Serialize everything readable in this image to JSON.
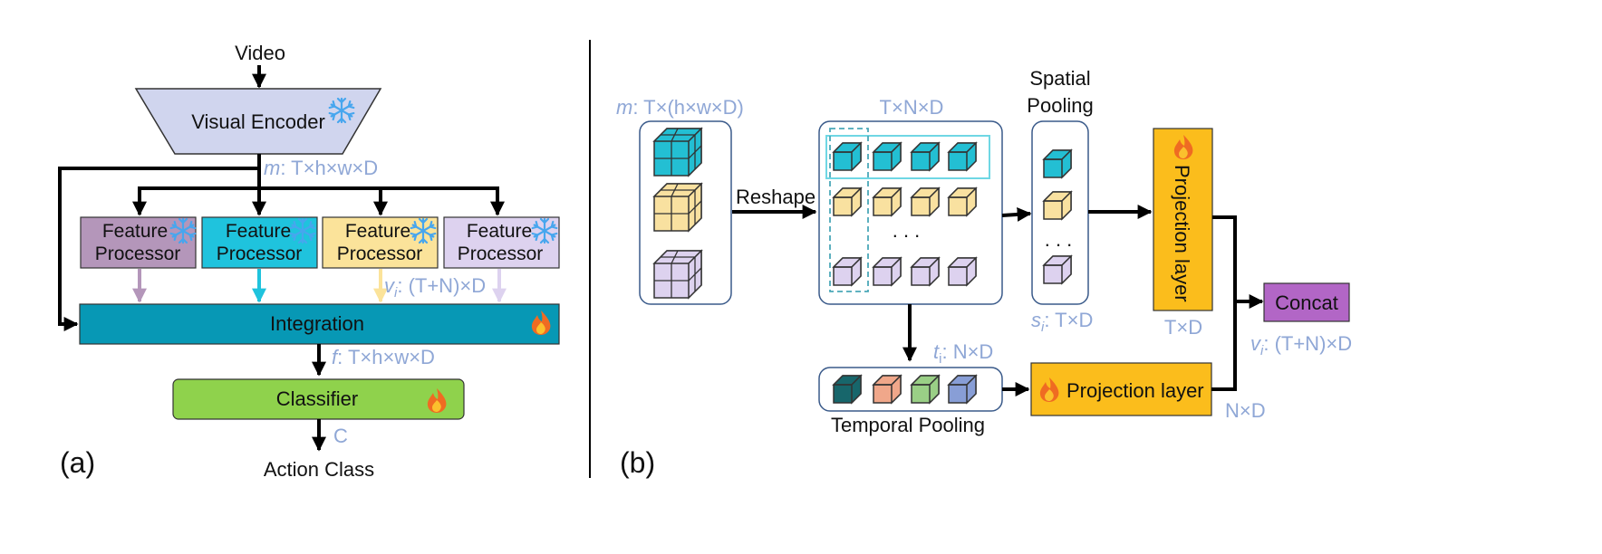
{
  "colors": {
    "encoder_fill": "#d0d5ee",
    "fp1": "#b496ba",
    "fp2": "#1fc3dd",
    "fp3": "#fbe39a",
    "fp4": "#ddd2ef",
    "integration": "#0798b5",
    "classifier": "#8fd24c",
    "projection": "#fbbd1c",
    "concat": "#b266c6",
    "annotation": "#8fa7d6",
    "cube_cyan": "#23bfd3",
    "cube_yellow": "#f9e1a0",
    "cube_lavender": "#ddd2ef",
    "tp_teal": "#17666b",
    "tp_orange": "#f0a78a",
    "tp_green": "#9acf86",
    "tp_blue": "#889ed6"
  },
  "icons": {
    "frozen": "snowflake-icon",
    "trainable": "flame-icon"
  },
  "part_a": {
    "caption": "(a)",
    "input": "Video",
    "encoder": "Visual Encoder",
    "m_var": "m",
    "m_shape": ": T×h×w×D",
    "feature_processor_line1": "Feature",
    "feature_processor_line2": "Processor",
    "v_var": "v",
    "v_sub": "i",
    "v_shape": ": (T+N)×D",
    "integration": "Integration",
    "f_var": "f",
    "f_shape": ": T×h×w×D",
    "classifier": "Classifier",
    "c_label": "C",
    "output": "Action Class"
  },
  "part_b": {
    "caption": "(b)",
    "m_var": "m",
    "m_shape": ": T×(h×w×D)",
    "reshape": "Reshape",
    "tnd": "T×N×D",
    "spatial_pooling_line1": "Spatial",
    "spatial_pooling_line2": "Pooling",
    "s_var": "s",
    "s_sub": "i",
    "s_shape": ": T×D",
    "t_var": "t",
    "t_sub": "i",
    "t_shape": ": N×D",
    "temporal_pooling": "Temporal Pooling",
    "projection_layer": "Projection layer",
    "td": "T×D",
    "nd": "N×D",
    "concat": "Concat",
    "v_var": "v",
    "v_sub": "i",
    "v_shape": ": (T+N)×D",
    "ellipsis": ". . ."
  }
}
